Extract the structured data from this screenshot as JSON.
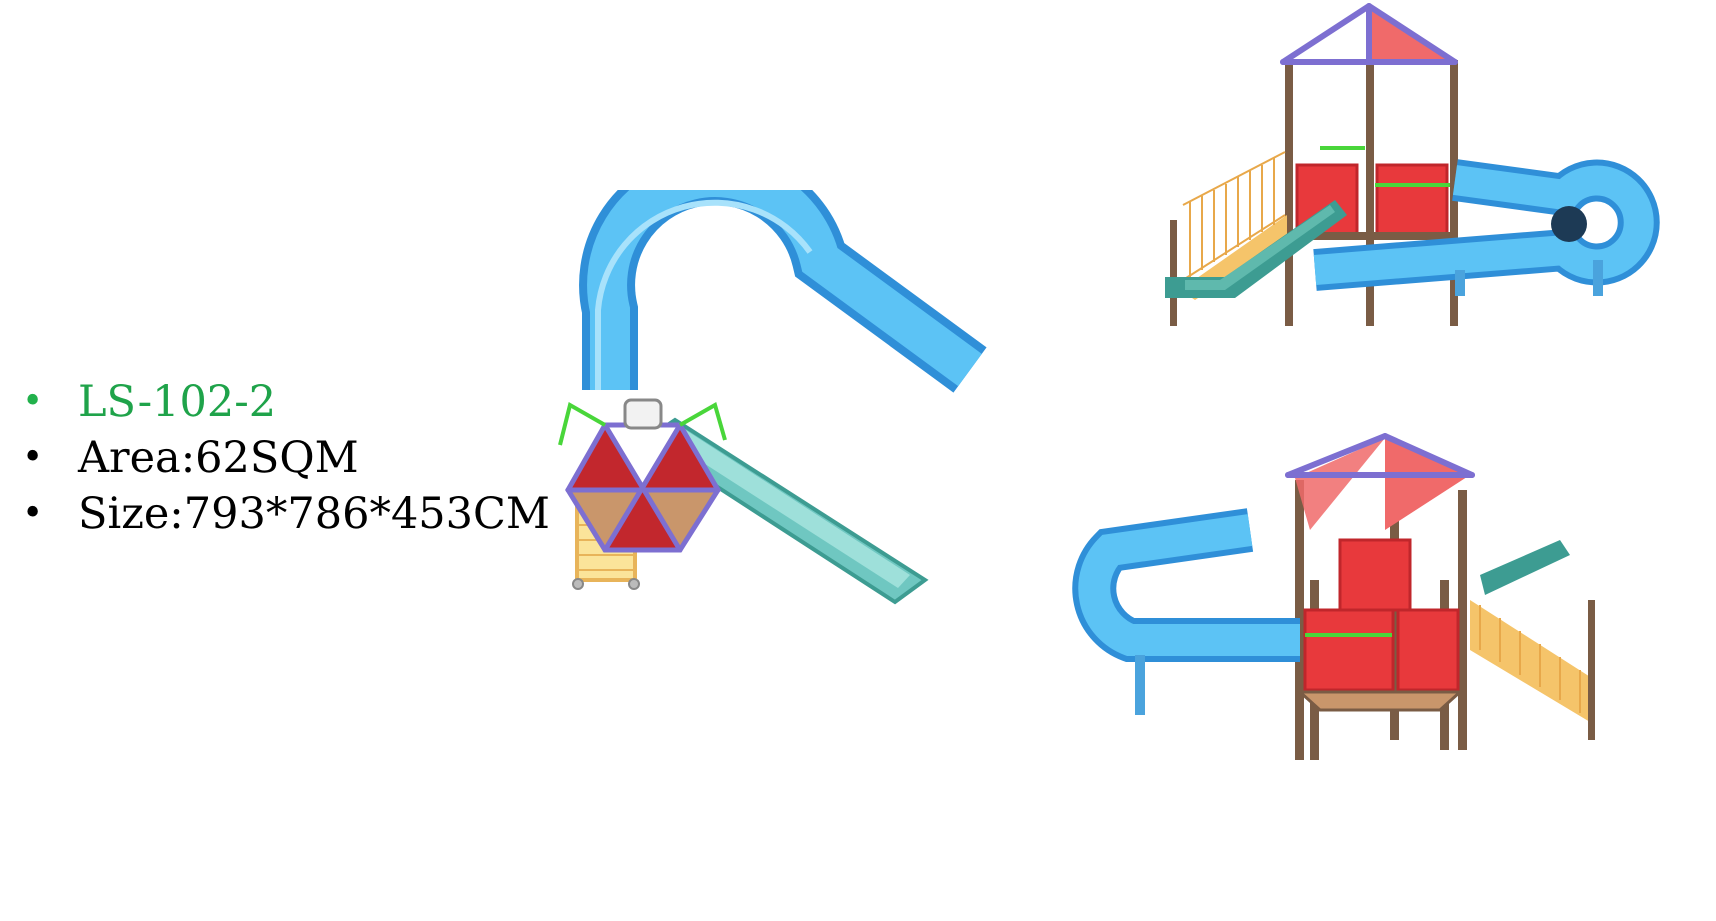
{
  "product": {
    "model": "LS-102-2",
    "area": "Area:62SQM",
    "size": "Size:793*786*453CM"
  },
  "colors": {
    "model_text": "#1fa34a",
    "slide_blue": "#3fa8e8",
    "slide_teal": "#3d9c92",
    "roof_red": "#e84545",
    "roof_frame": "#7d6fd1",
    "post_brown": "#7a5c45",
    "stairs_yellow": "#f5c46a",
    "rail_green": "#49d63a"
  }
}
